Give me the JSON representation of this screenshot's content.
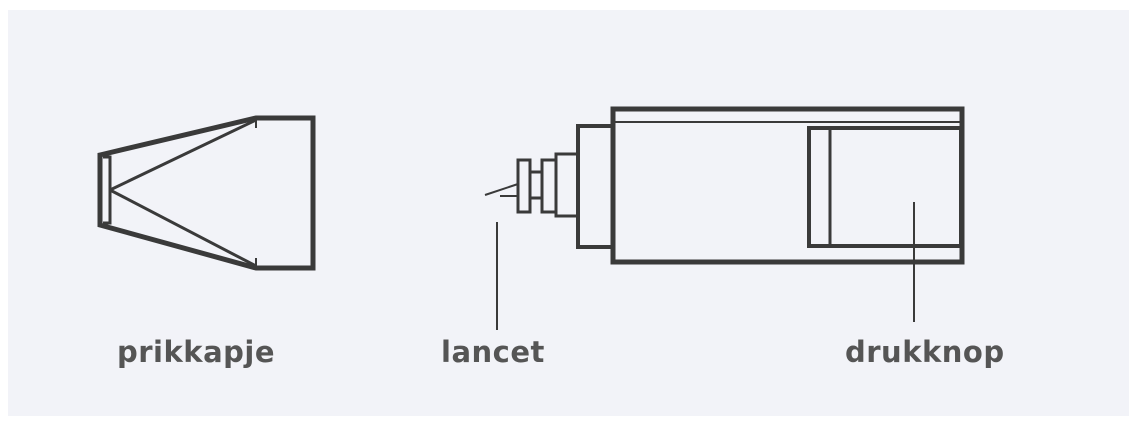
{
  "colors": {
    "paper": "#f2f3f8",
    "line": "#3a3a3a",
    "label": "#555555"
  },
  "labels": {
    "cap": "prikkapje",
    "lancet": "lancet",
    "button": "drukknop"
  }
}
